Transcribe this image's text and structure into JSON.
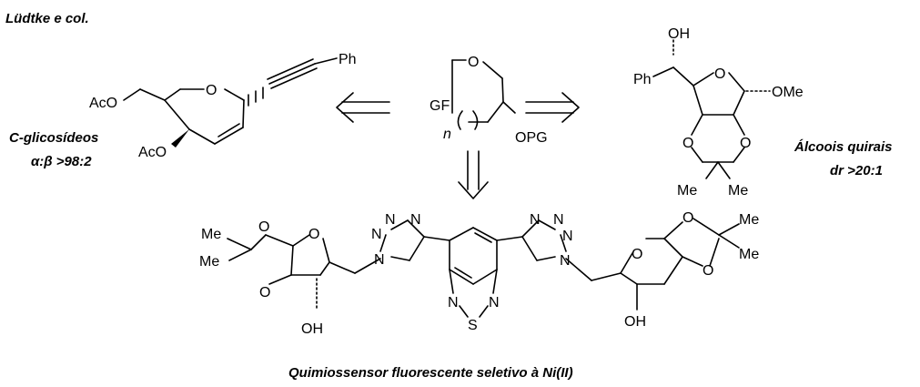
{
  "header": {
    "citation": "Lüdtke e col."
  },
  "captions": {
    "c_glycosides": "C-glicosídeos",
    "c_glycosides_selectivity": "α:β >98:2",
    "chiral_alcohols": "Álcoois quirais",
    "chiral_alcohols_dr": "dr >20:1",
    "chemosensor": "Quimiossensor fluorescente seletivo à Ni(II)"
  },
  "labels": {
    "ph": "Ph",
    "acetoxy": "AcO",
    "oxygen": "O",
    "hydroxyl": "OH",
    "methoxy": "OMe",
    "methyl": "Me",
    "nitrogen": "N",
    "sulfur": "S",
    "gf": "GF",
    "opg": "OPG",
    "n_index": "n"
  }
}
